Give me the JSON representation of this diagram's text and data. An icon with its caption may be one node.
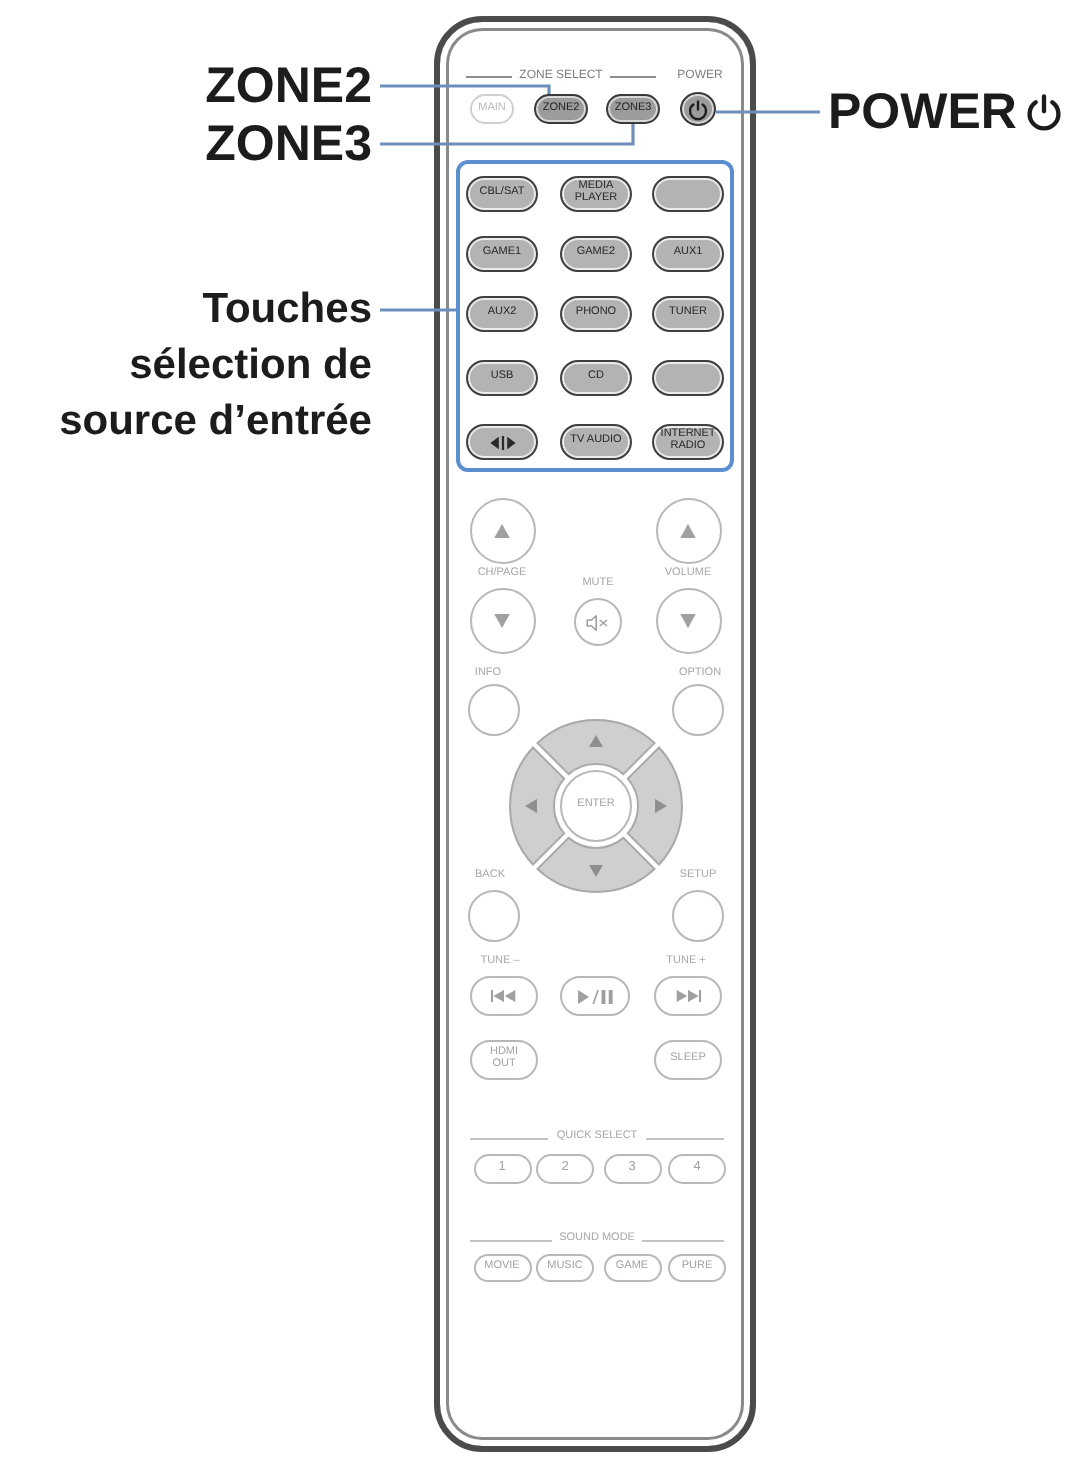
{
  "diagram": {
    "nodes": [
      {
        "text": [
          "ZONE2"
        ]
      },
      {
        "text": [
          "ZONE3"
        ]
      },
      {
        "text": [
          "POWER"
        ]
      },
      {
        "text": [
          "Touches sélection de source d’entrée"
        ]
      },
      {
        "text": [
          "ZONE2"
        ]
      },
      {
        "text": [
          "ZONE3"
        ]
      },
      {
        "text": [],
        "shape": "circle"
      },
      {
        "text": [],
        "shape": "box"
      }
    ],
    "edges": [
      {
        "from": 0,
        "to": 4,
        "arrow": "none"
      },
      {
        "from": 1,
        "to": 5,
        "arrow": "none"
      },
      {
        "from": 2,
        "to": 6,
        "arrow": "none"
      },
      {
        "from": 3,
        "to": 7,
        "arrow": "none"
      }
    ],
    "labels": [
      "ZONE SELECT",
      "POWER",
      "MAIN",
      "CBL/SAT",
      "MEDIA PLAYER",
      "GAME1",
      "GAME2",
      "AUX1",
      "AUX2",
      "PHONO",
      "TUNER",
      "USB",
      "CD",
      "TV AUDIO",
      "INTERNET RADIO",
      "CH/PAGE",
      "MUTE",
      "VOLUME",
      "INFO",
      "OPTION",
      "ENTER",
      "BACK",
      "SETUP",
      "TUNE –",
      "TUNE +",
      "HDMI OUT",
      "SLEEP",
      "QUICK SELECT",
      "1",
      "2",
      "3",
      "4",
      "SOUND MODE",
      "MOVIE",
      "MUSIC",
      "GAME",
      "PURE"
    ]
  }
}
